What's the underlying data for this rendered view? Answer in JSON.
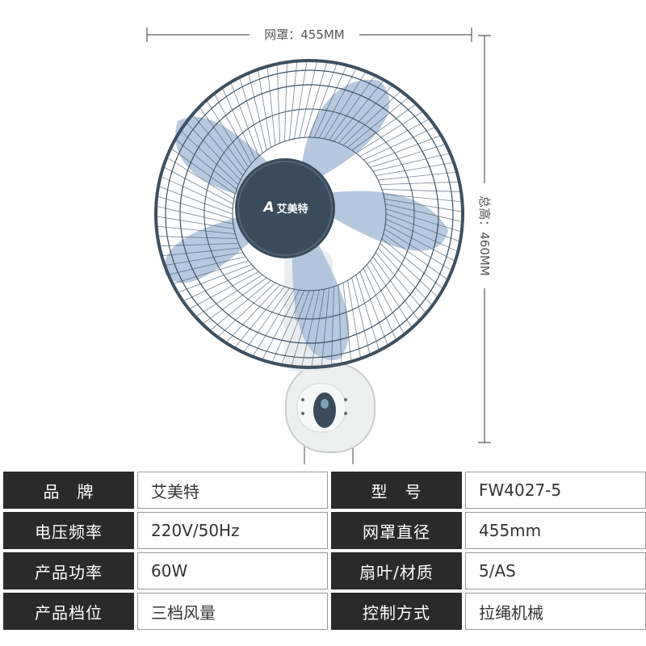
{
  "product": {
    "brand_logo_text": "艾美特",
    "brand_logo_mark": "A",
    "dimension_width": "网罩：455MM",
    "dimension_height": "总高：460MM"
  },
  "specs": [
    {
      "label_left": "品　牌",
      "value_left": "艾美特",
      "label_right": "型　号",
      "value_right": "FW4027-5"
    },
    {
      "label_left": "电压频率",
      "value_left": "220V/50Hz",
      "label_right": "网罩直径",
      "value_right": "455mm"
    },
    {
      "label_left": "产品功率",
      "value_left": "60W",
      "label_right": "扇叶/材质",
      "value_right": "5/AS"
    },
    {
      "label_left": "产品档位",
      "value_left": "三档风量",
      "label_right": "控制方式",
      "value_right": "拉绳机械"
    }
  ],
  "colors": {
    "grille": "#3d5060",
    "blade": "#a9bfd9",
    "hub": "#3a4c5b",
    "body": "#eef0f0",
    "key_cell": "#2a2a2a"
  }
}
